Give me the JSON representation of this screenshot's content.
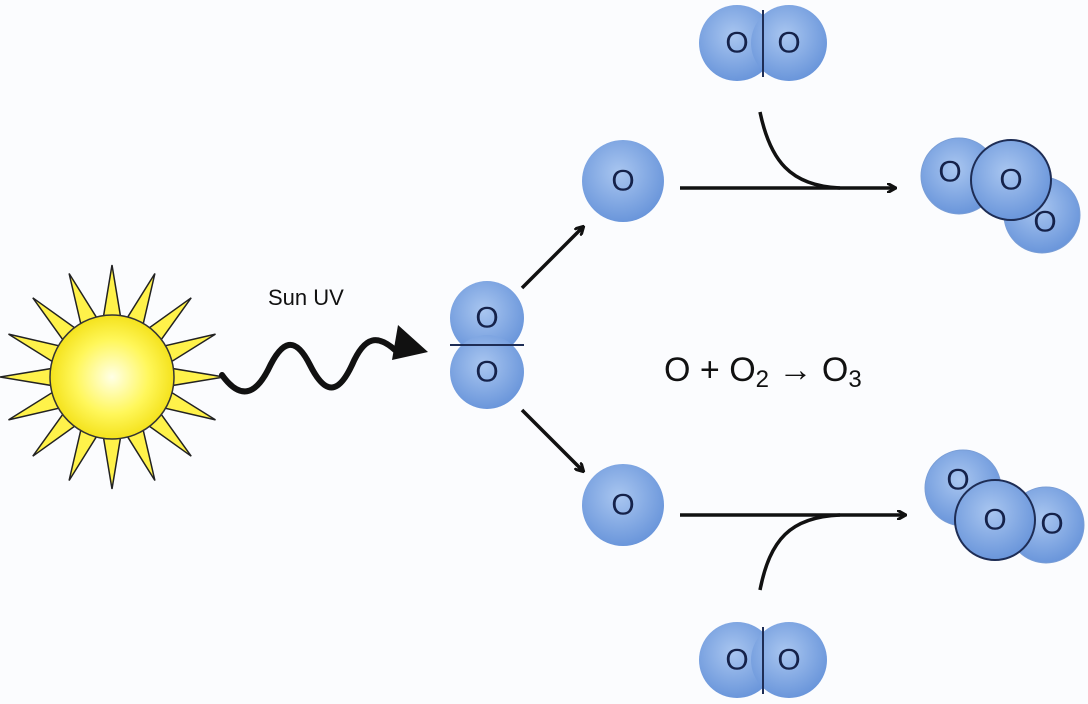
{
  "uv_label": "Sun UV",
  "atom_label": "O",
  "equation": {
    "a": "O + O",
    "sub1": "2",
    "arrow": " → O",
    "sub2": "3"
  },
  "colors": {
    "atom": "#6f9de0",
    "atom_edge": "#1e2d55",
    "sun": "#fff24a",
    "sun_center": "#ffffd8",
    "ink": "#111111"
  }
}
